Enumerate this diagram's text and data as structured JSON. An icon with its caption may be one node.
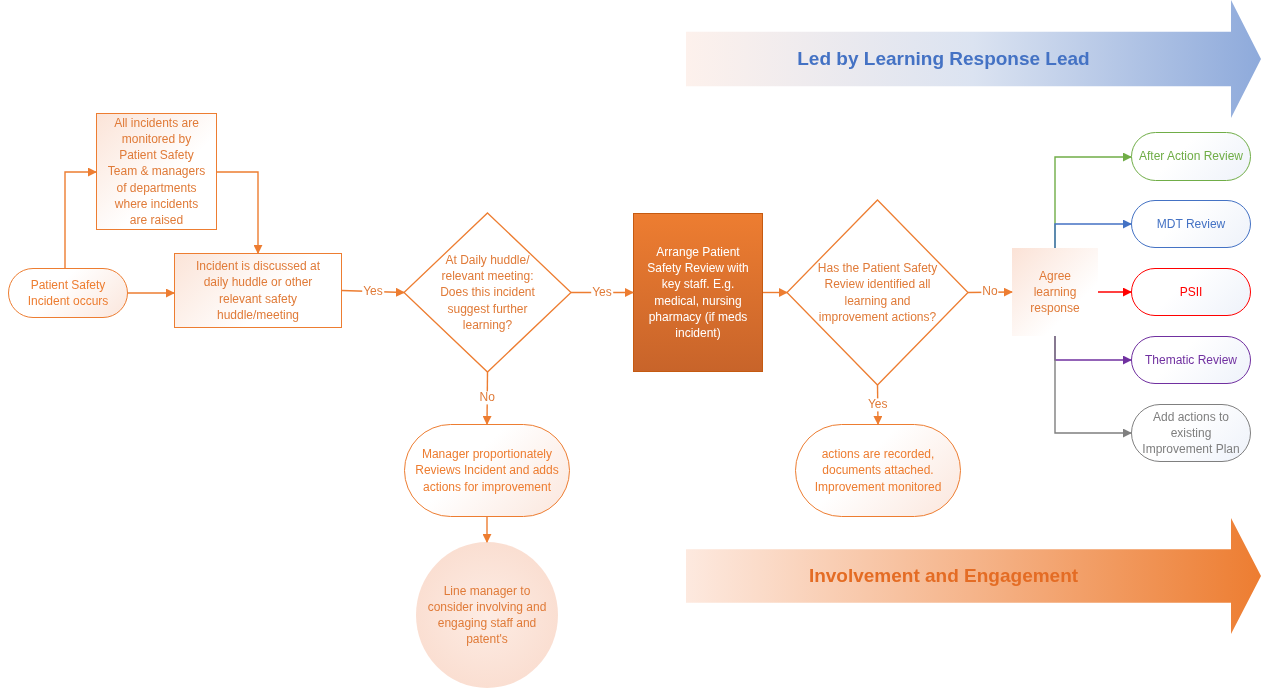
{
  "diagram": {
    "nodes": [
      {
        "text": [
          "Led by Learning Response Lead"
        ]
      },
      {
        "text": [
          "Patient Safety Incident occurs"
        ]
      },
      {
        "text": [
          "All incidents are monitored by Patient Safety Team & managers of departments where incidents are raised"
        ]
      },
      {
        "text": [
          "Incident is discussed at daily huddle or other relevant safety huddle/meeting"
        ]
      },
      {
        "text": [
          "At Daily huddle/ relevant meeting: Does this incident suggest further learning?"
        ]
      },
      {
        "text": [
          "Arrange Patient Safety Review with key staff. E.g. medical, nursing pharmacy (if meds incident)"
        ]
      },
      {
        "text": [
          "Has the Patient Safety Review identified all learning and improvement actions?"
        ]
      },
      {
        "text": [
          "Agree learning response"
        ]
      },
      {
        "text": [
          "After Action Review"
        ]
      },
      {
        "text": [
          "MDT Review"
        ]
      },
      {
        "text": [
          "PSII"
        ]
      },
      {
        "text": [
          "Thematic Review"
        ]
      },
      {
        "text": [
          "Add actions to existing Improvement Plan"
        ]
      },
      {
        "text": [
          "Manager proportionately Reviews Incident and adds actions for improvement"
        ]
      },
      {
        "text": [
          "actions are recorded, documents attached. Improvement monitored"
        ]
      },
      {
        "text": [
          "Line manager to consider involving and engaging staff and patent's"
        ]
      },
      {
        "text": [
          "Involvement and Engagement"
        ]
      }
    ],
    "edges": [
      {
        "from": 1,
        "to": 2,
        "arrow": "to"
      },
      {
        "from": 2,
        "to": 3,
        "arrow": "to"
      },
      {
        "from": 1,
        "to": 3,
        "arrow": "to"
      },
      {
        "from": 3,
        "to": 4,
        "arrow": "to",
        "label": "Yes"
      },
      {
        "from": 4,
        "to": 5,
        "arrow": "to",
        "label": "Yes"
      },
      {
        "from": 5,
        "to": 6,
        "arrow": "to"
      },
      {
        "from": 6,
        "to": 7,
        "arrow": "to",
        "label": "No"
      },
      {
        "from": 7,
        "to": 8,
        "arrow": "to",
        "color": "#70ad47"
      },
      {
        "from": 7,
        "to": 9,
        "arrow": "to",
        "color": "#4472c4"
      },
      {
        "from": 7,
        "to": 10,
        "arrow": "to",
        "color": "#ff0000"
      },
      {
        "from": 7,
        "to": 11,
        "arrow": "to",
        "color": "#7030a0"
      },
      {
        "from": 7,
        "to": 12,
        "arrow": "to",
        "color": "#7f7f7f"
      },
      {
        "from": 4,
        "to": 13,
        "arrow": "to",
        "label": "No"
      },
      {
        "from": 6,
        "to": 14,
        "arrow": "to",
        "label": "Yes"
      },
      {
        "from": 13,
        "to": 15,
        "arrow": "to"
      }
    ]
  }
}
